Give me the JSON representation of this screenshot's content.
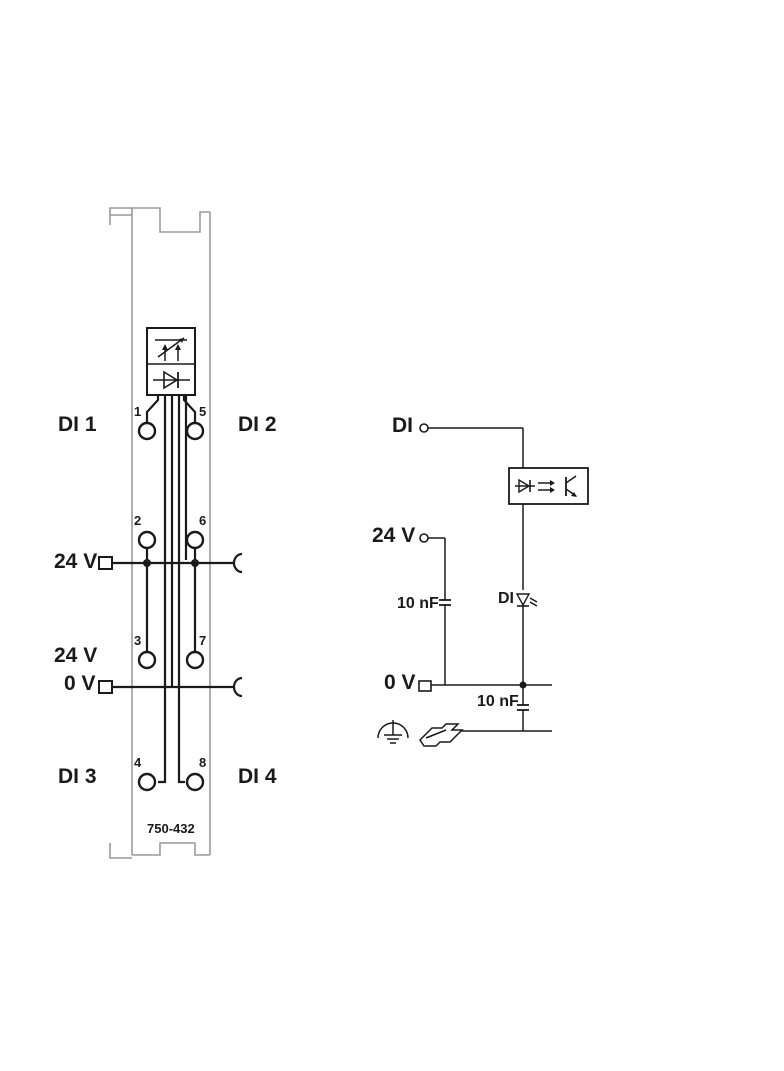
{
  "module": {
    "model": "750-432",
    "left_labels": {
      "di1": "DI 1",
      "v24_top": "24 V",
      "v24_bottom": "24 V",
      "v0": "0 V",
      "di3": "DI 3"
    },
    "right_labels": {
      "di2": "DI 2",
      "di4": "DI 4"
    },
    "pins": [
      "1",
      "2",
      "3",
      "4",
      "5",
      "6",
      "7",
      "8"
    ]
  },
  "schematic": {
    "di_label": "DI",
    "v24_label": "24 V",
    "v0_label": "0 V",
    "cap_upper": "10 nF",
    "cap_lower": "10 nF",
    "led_label": "DI"
  },
  "colors": {
    "line": "#1a1a1a",
    "housing": "#9a9a9a"
  }
}
